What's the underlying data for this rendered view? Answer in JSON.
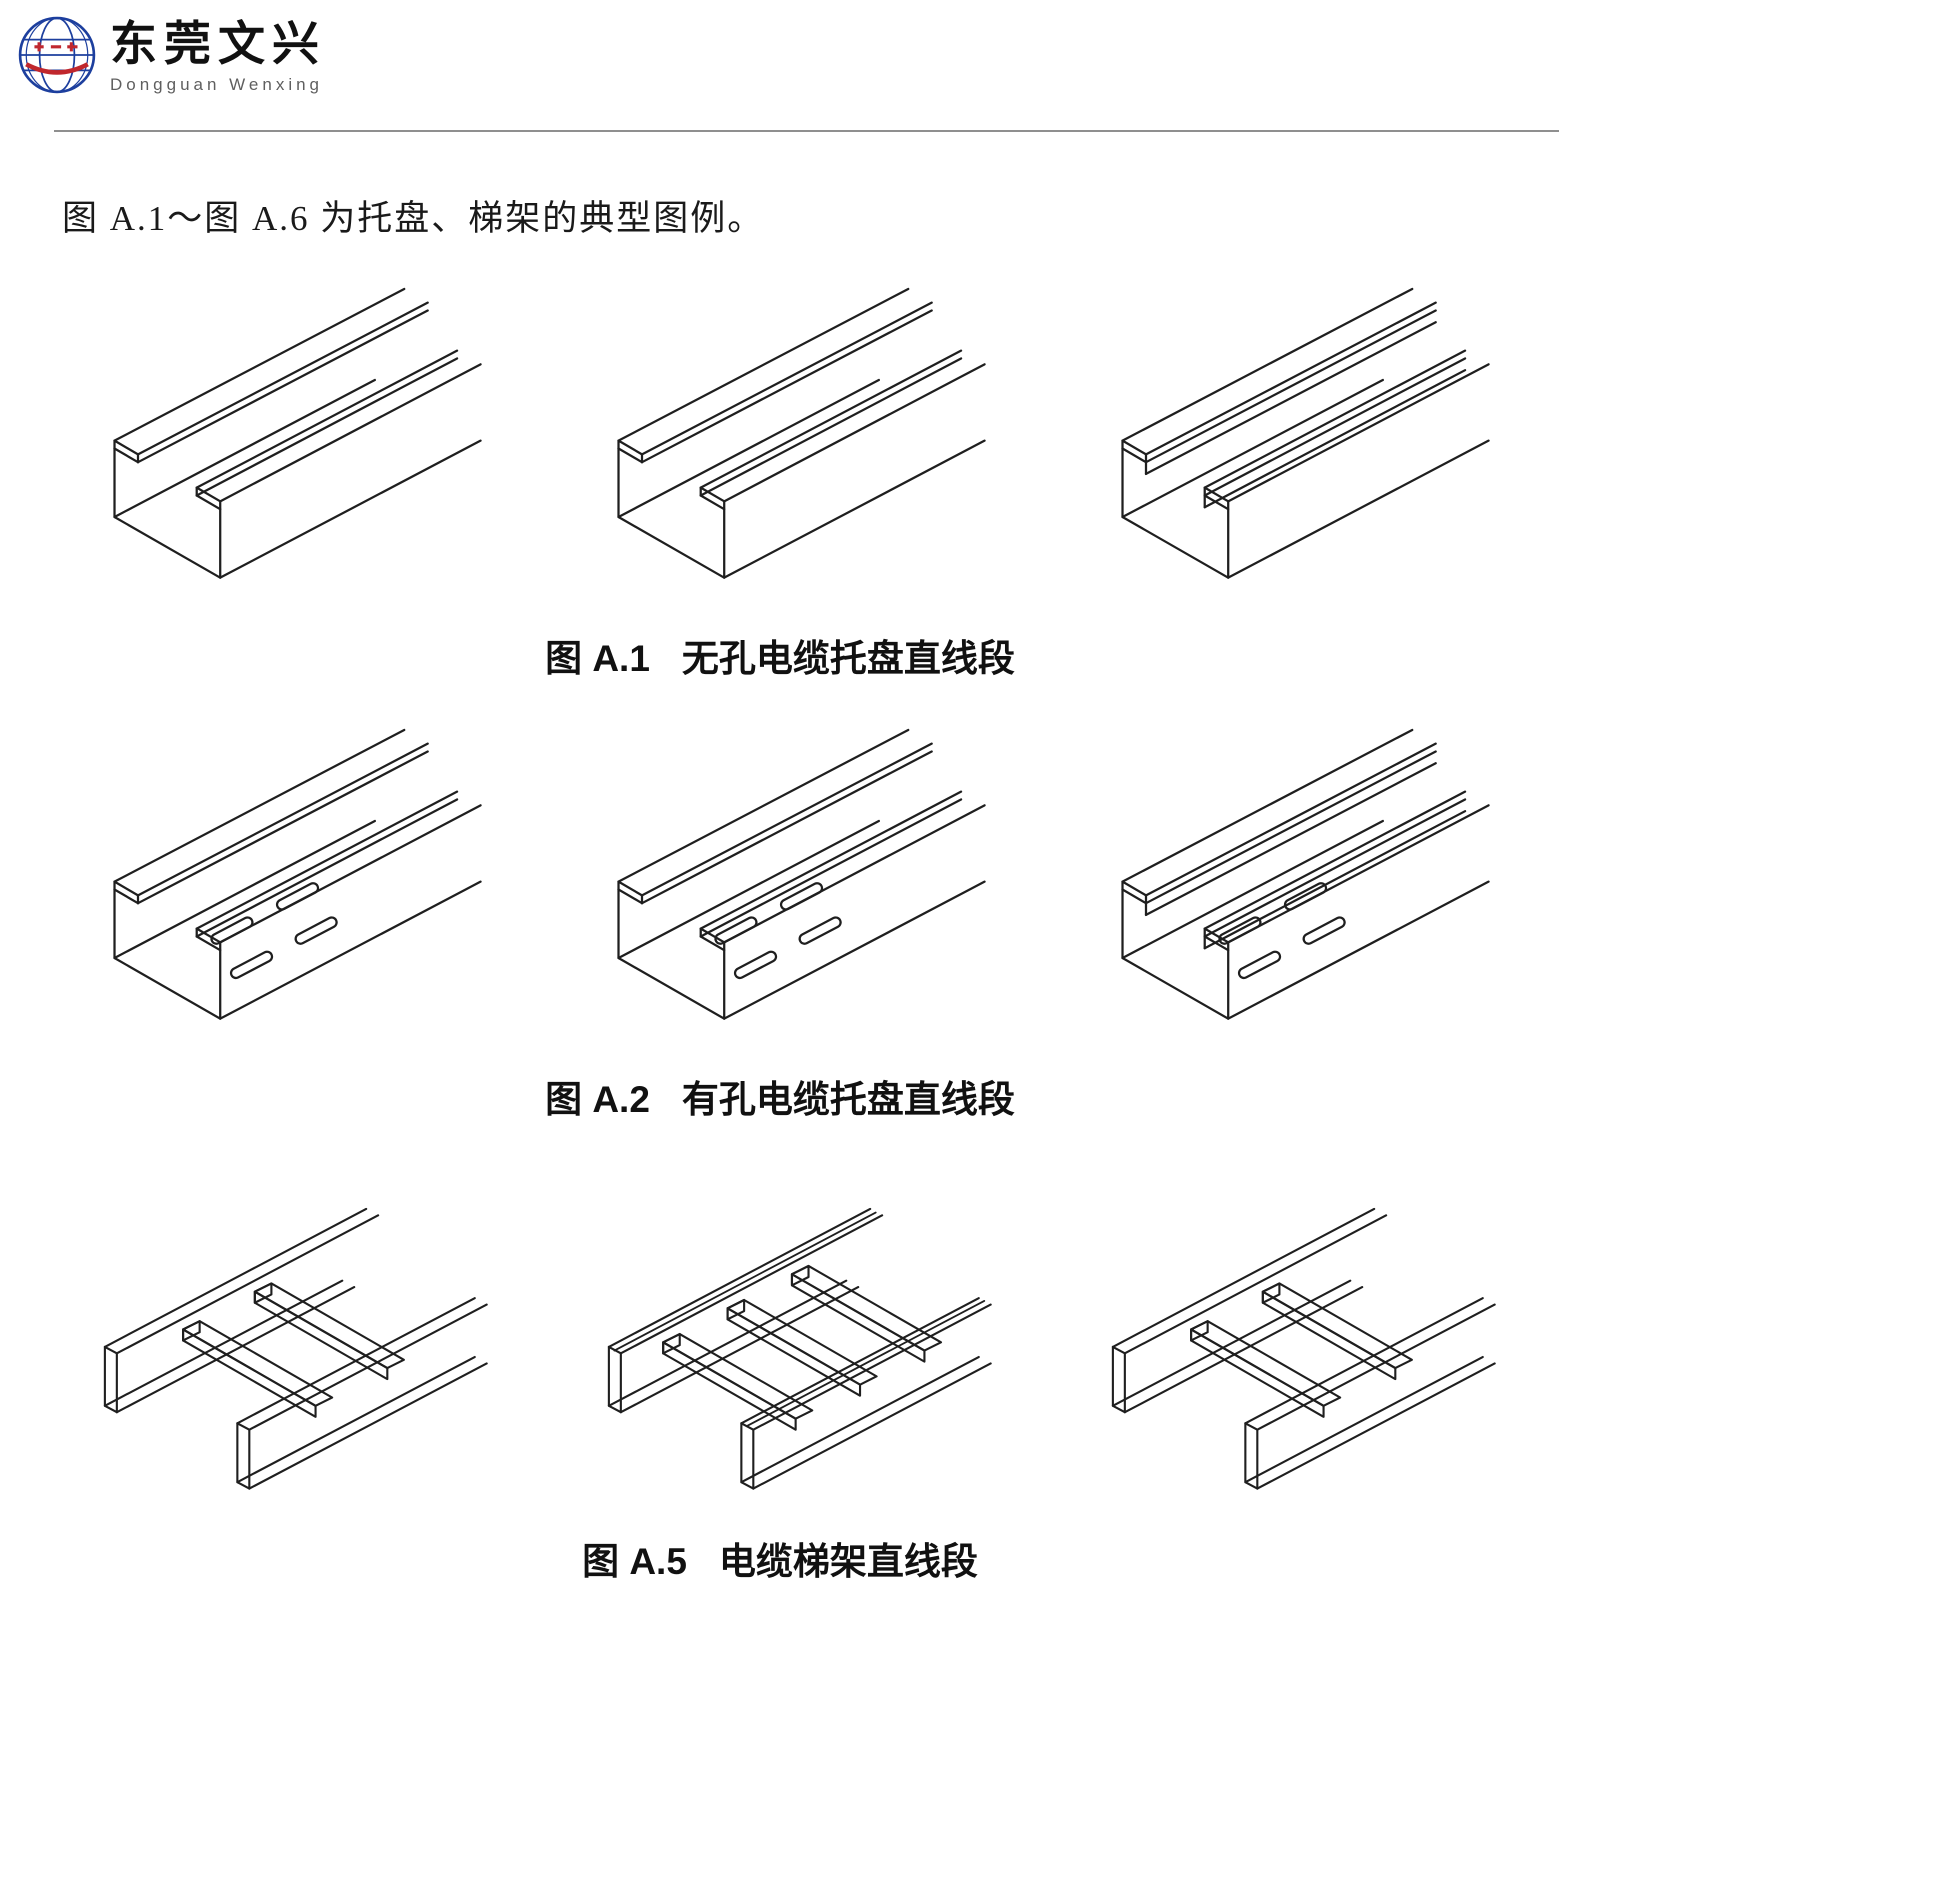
{
  "logo": {
    "title": "东莞文兴",
    "subtitle": "Dongguan  Wenxing"
  },
  "intro": "图 A.1～图 A.6 为托盘、梯架的典型图例。",
  "figures": [
    {
      "caption_no": "图 A.1",
      "caption_title": "无孔电缆托盘直线段",
      "type": "unperforated-cable-tray-straight-section",
      "drawing_count": 3
    },
    {
      "caption_no": "图 A.2",
      "caption_title": "有孔电缆托盘直线段",
      "type": "perforated-cable-tray-straight-section",
      "drawing_count": 3
    },
    {
      "caption_no": "图 A.5",
      "caption_title": "电缆梯架直线段",
      "type": "cable-ladder-straight-section",
      "drawing_count": 3
    }
  ],
  "colors": {
    "line": "#1f1f1f",
    "logo_blue": "#1d3f9e",
    "logo_red": "#c0272d"
  }
}
